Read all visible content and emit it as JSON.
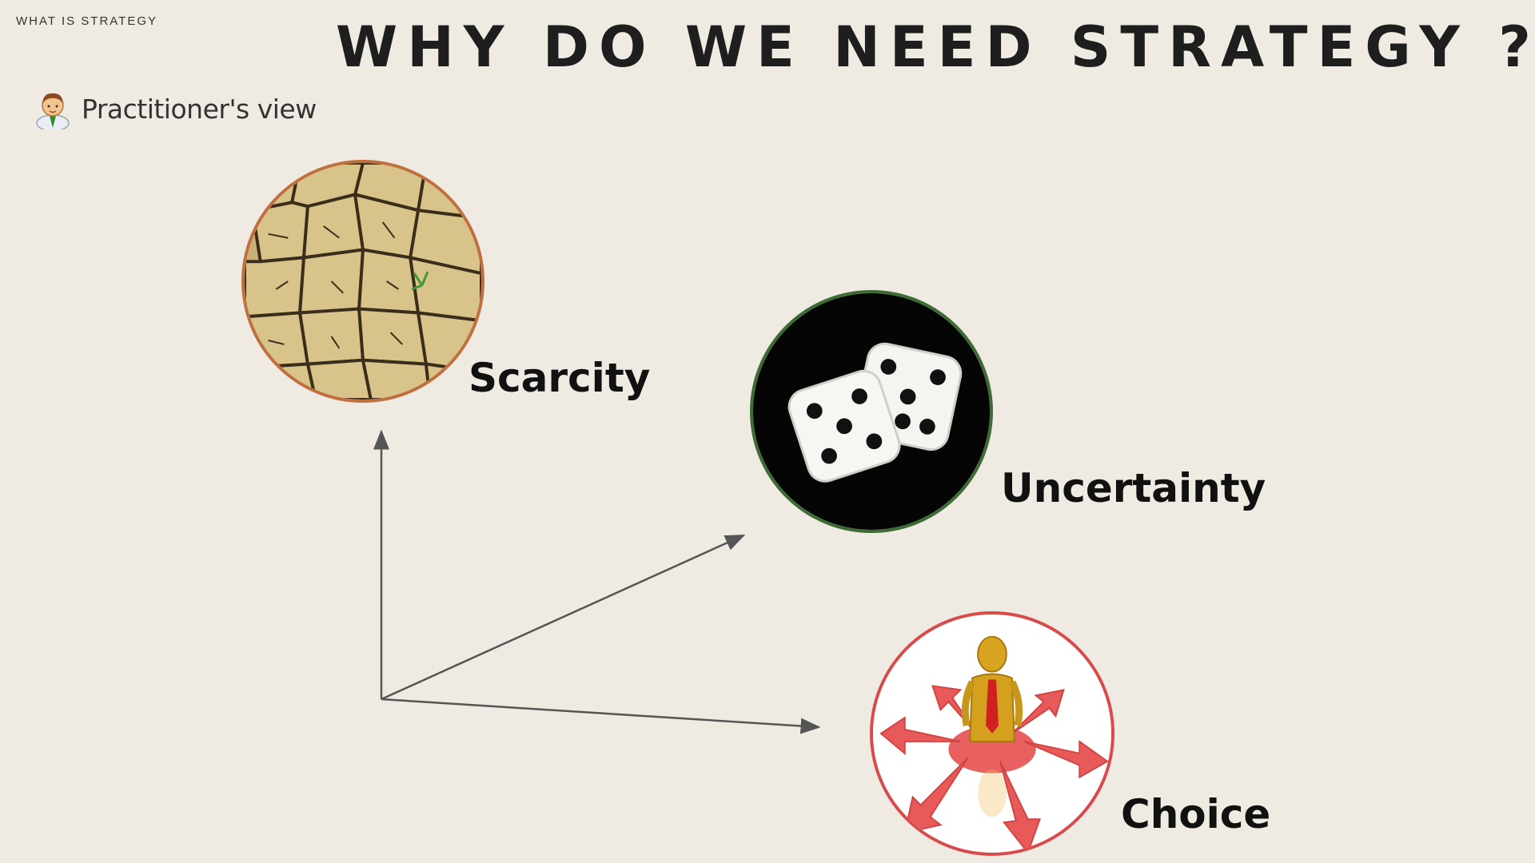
{
  "header": {
    "section_label": "WHAT IS STRATEGY",
    "title": "WHY DO WE NEED STRATEGY ?"
  },
  "view_tag": {
    "label": "Practitioner's view",
    "icon": "businessman-icon"
  },
  "concepts": [
    {
      "label": "Scarcity",
      "image": "cracked-dry-earth-image",
      "ring_color": "#c0703e"
    },
    {
      "label": "Uncertainty",
      "image": "dice-image",
      "ring_color": "#3d6b35"
    },
    {
      "label": "Choice",
      "image": "figure-with-direction-arrows-image",
      "ring_color": "#d94b4b"
    }
  ],
  "colors": {
    "background": "#efebe2",
    "title": "#1e1e1e",
    "axis": "#555555"
  }
}
